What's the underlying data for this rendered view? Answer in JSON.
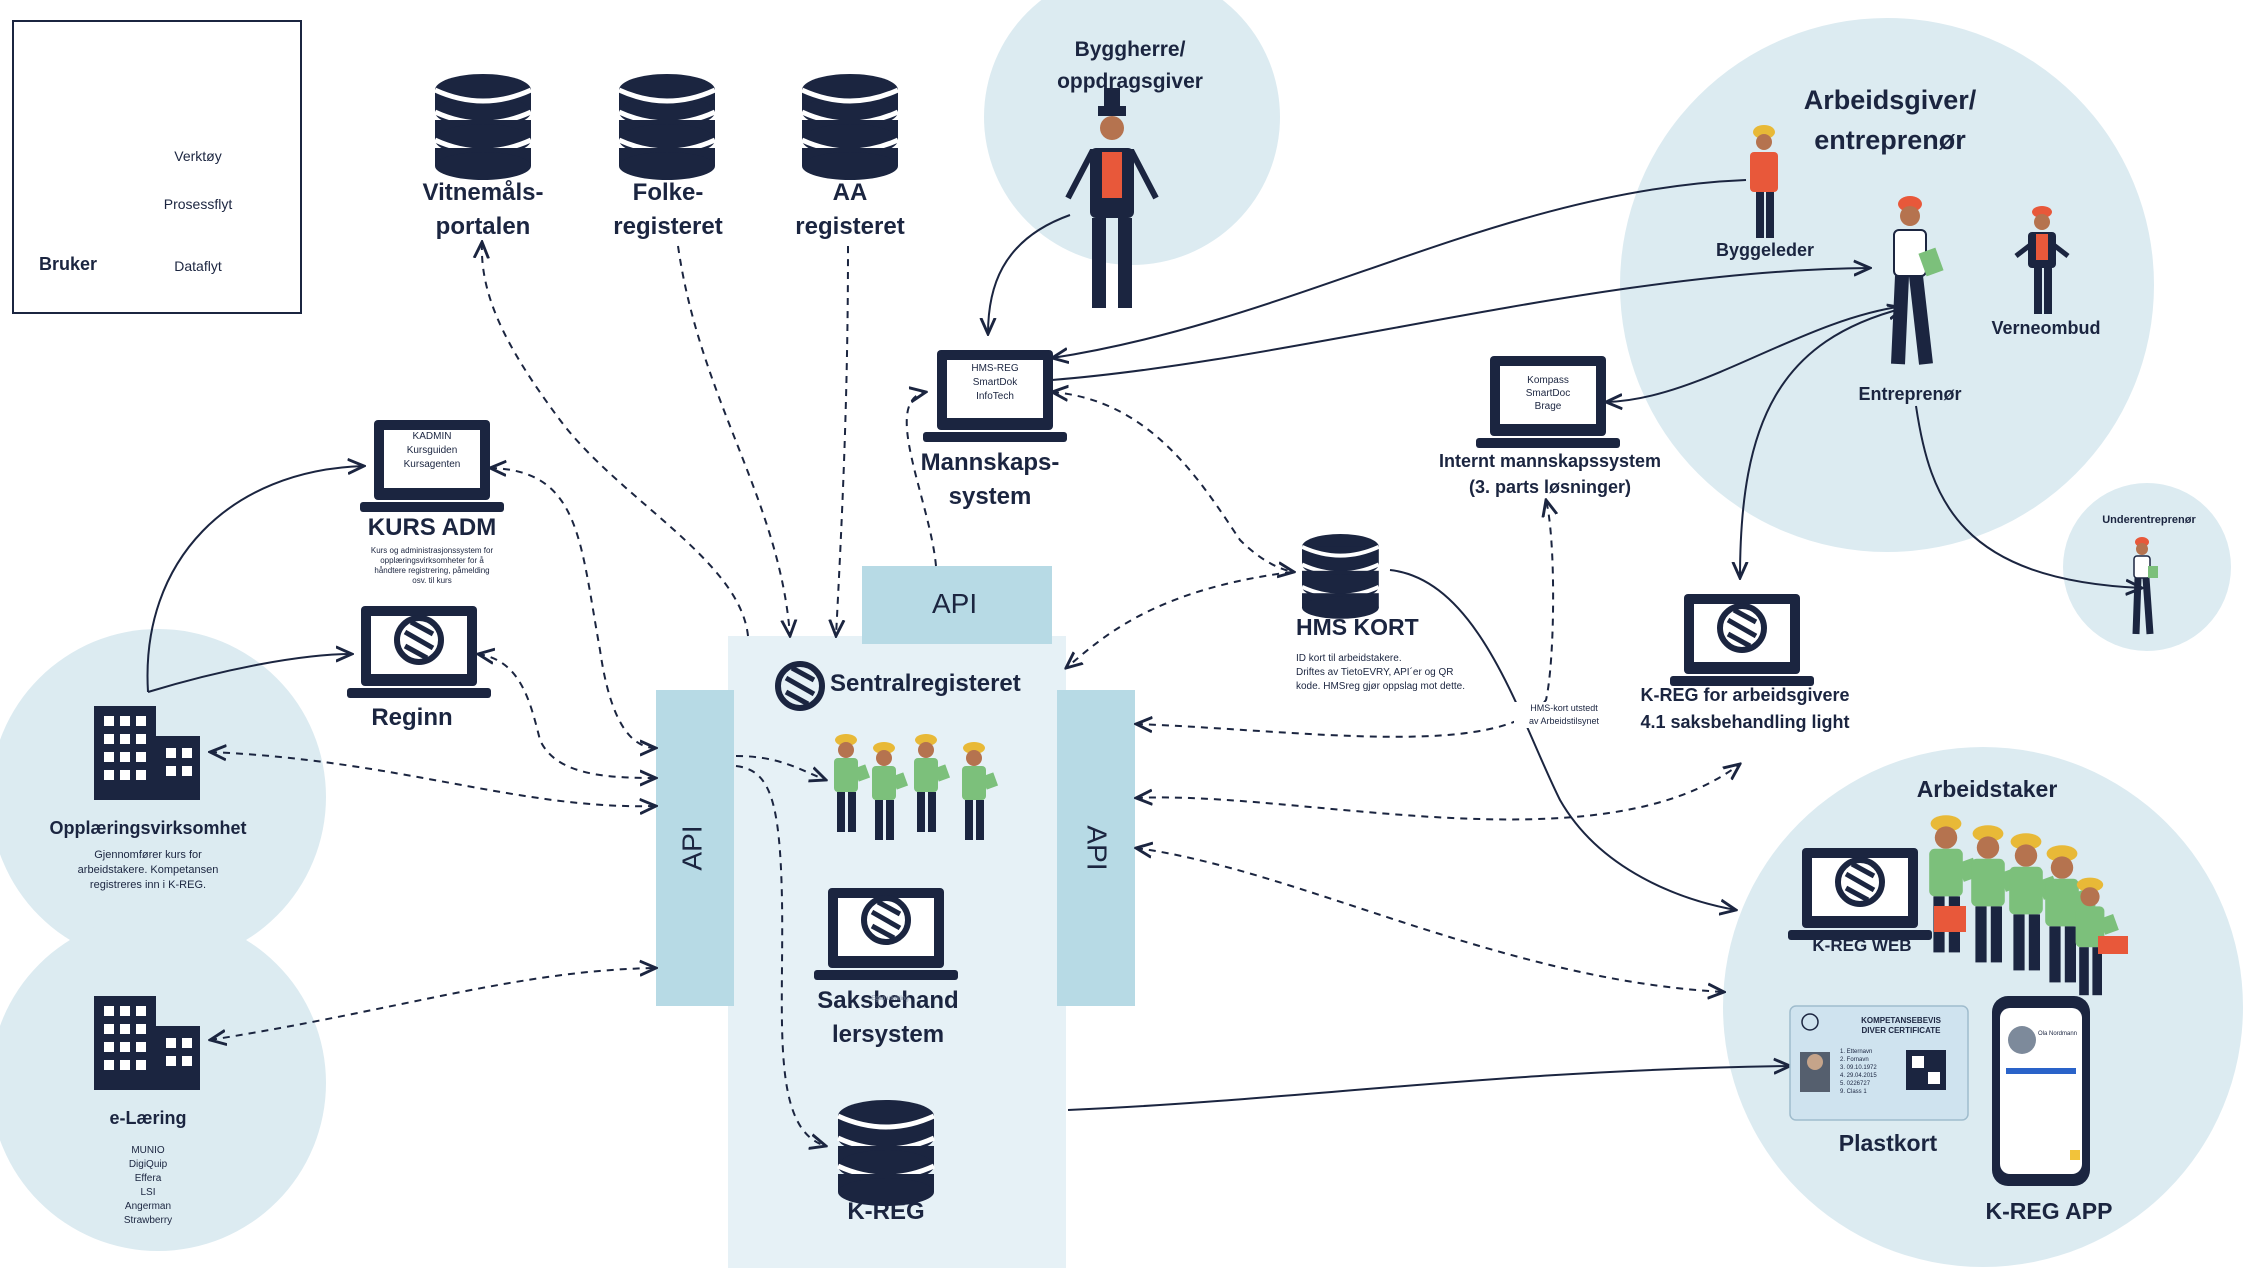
{
  "legend": {
    "user_label": "Bruker",
    "tool_label": "Verktøy",
    "process_label": "Prosessflyt",
    "data_label": "Dataflyt"
  },
  "registries": {
    "vitnemal_line1": "Vitnemåls-",
    "vitnemal_line2": "portalen",
    "folke_line1": "Folke-",
    "folke_line2": "registeret",
    "aa_line1": "AA",
    "aa_line2": "registeret"
  },
  "byggherre": {
    "line1": "Byggherre/",
    "line2": "oppdragsgiver"
  },
  "arbeidsgiver": {
    "title_line1": "Arbeidsgiver/",
    "title_line2": "entreprenør",
    "byggeleder": "Byggeleder",
    "verneombud": "Verneombud",
    "entreprenor": "Entreprenør"
  },
  "underentreprenor": "Underentreprenør",
  "mannskap": {
    "screen_lines": [
      "HMS-REG",
      "SmartDok",
      "InfoTech"
    ],
    "label_line1": "Mannskaps-",
    "label_line2": "system"
  },
  "internt": {
    "screen_lines": [
      "Kompass",
      "SmartDoc",
      "Brage"
    ],
    "label_line1": "Internt mannskapssystem",
    "label_line2": "(3. parts løsninger)"
  },
  "kurs": {
    "screen_lines": [
      "KADMIN",
      "Kursguiden",
      "Kursagenten"
    ],
    "label": "KURS ADM",
    "desc_lines": [
      "Kurs og administrasjonssystem for",
      "opplæringsvirksomheter for å",
      "håndtere registrering, påmelding",
      "osv. til kurs"
    ]
  },
  "reginn": {
    "label": "Reginn"
  },
  "opplaering": {
    "label": "Opplæringsvirksomhet",
    "desc_lines": [
      "Gjennomfører kurs for",
      "arbeidstakere. Kompetansen",
      "registreres inn i K-REG."
    ]
  },
  "elaering": {
    "label": "e-Læring",
    "list": [
      "MUNIO",
      "DigiQuip",
      "Effera",
      "LSI",
      "Angerman",
      "Strawberry"
    ]
  },
  "central": {
    "api_top": "API",
    "api_left": "API",
    "api_right": "API",
    "title": "Sentralregisteret",
    "saks_line1": "Saksbehand",
    "saks_line2": "lersystem",
    "saks_caption": "Egen utvikling",
    "kreg": "K-REG"
  },
  "hmskort": {
    "label": "HMS KORT",
    "desc_lines": [
      "ID kort til arbeidstakere.",
      "Driftes av TietoEVRY, API´er og QR",
      "kode. HMSreg gjør oppslag mot dette."
    ],
    "edge_note_lines": [
      "HMS-kort utstedt",
      "av Arbeidstilsynet"
    ]
  },
  "kreg_arbeidsgivere": {
    "line1": "K-REG  for arbeidsgivere",
    "line2": "4.1 saksbehandling light"
  },
  "arbeidstaker": {
    "title": "Arbeidstaker",
    "web": "K-REG WEB",
    "plastkort": "Plastkort",
    "app": "K-REG APP",
    "card_title1": "KOMPETANSEBEVIS",
    "card_title2": "DIVER CERTIFICATE",
    "card_lines": [
      "1.  Etternavn",
      "2.  Fornavn",
      "3.  09.10.1972",
      "4.  29.04.2015",
      "5.  0226727",
      "9.  Class 1"
    ],
    "app_name": "Ola Nordmann"
  },
  "colors": {
    "navy": "#1b2540",
    "circle": "#dcebf1",
    "panel": "#e6f1f6",
    "api": "#b7dae5",
    "skin": "#b5734f",
    "vest": "#e8583a",
    "green": "#7cc07b",
    "helmet": "#e8b937"
  }
}
